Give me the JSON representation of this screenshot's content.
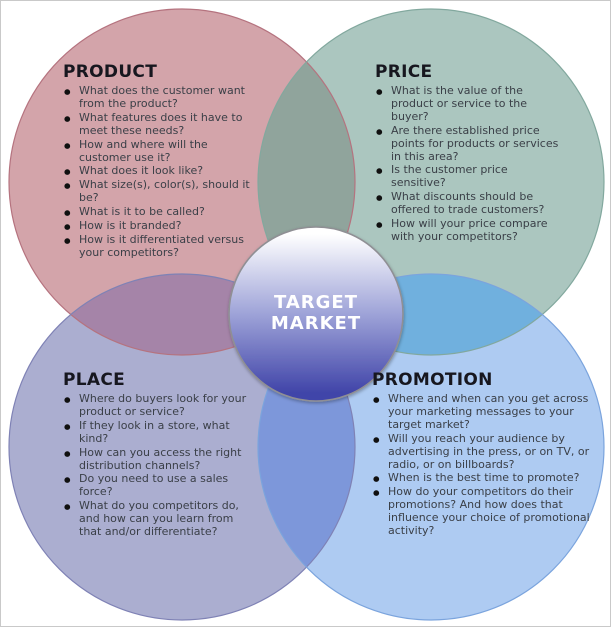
{
  "diagram": {
    "center": {
      "line1": "TARGET",
      "line2": "MARKET"
    },
    "sections": {
      "product": {
        "heading": "PRODUCT",
        "bullets": [
          "What does the customer want from the product?",
          "What features does it have to meet these needs?",
          "How and where will the customer use it?",
          "What does it look like?",
          "What size(s), color(s), should it be?",
          "What is it to be called?",
          "How is it branded?",
          "How is it differentiated versus your competitors?"
        ]
      },
      "price": {
        "heading": "PRICE",
        "bullets": [
          "What is the value of the product or service to the buyer?",
          "Are there established price points for products or services in this area?",
          "Is the customer price sensitive?",
          "What discounts should be offered to trade customers?",
          "How will your price compare with your competitors?"
        ]
      },
      "place": {
        "heading": "PLACE",
        "bullets": [
          "Where do buyers look for your product or service?",
          "If they look in a store, what kind?",
          "How can you access the right distribution channels?",
          "Do you need to use a sales force?",
          "What do you competitors do, and how can you learn from that and/or differentiate?"
        ]
      },
      "promotion": {
        "heading": "PROMOTION",
        "bullets": [
          "Where and when can you get across your marketing messages to your target market?",
          "Will you reach your audience by advertising in the press, or on TV, or radio, or on billboards?",
          "When is the best time to promote?",
          "How do your competitors do their promotions? And how does that influence your choice of promotional activity?"
        ]
      }
    },
    "colors": {
      "product_fill": "#d3a4aa",
      "product_stroke": "#b5737f",
      "price_fill": "#abc6bf",
      "price_stroke": "#82a89e",
      "place_fill": "#abaed0",
      "place_stroke": "#7f82b5",
      "promotion_fill": "#aecbf2",
      "promotion_stroke": "#7ba4dd",
      "product_price_overlap": "#90a49c",
      "product_place_overlap": "#a584a8",
      "price_promotion_overlap": "#70b0de",
      "place_promotion_overlap": "#7d97da",
      "center_gradient_top": "#ffffff",
      "center_gradient_mid": "#9ea3d8",
      "center_gradient_bottom": "#4145a9",
      "center_border": "#8f8f94",
      "heading_text": "#17171f",
      "body_text": "#3a3f47"
    }
  }
}
